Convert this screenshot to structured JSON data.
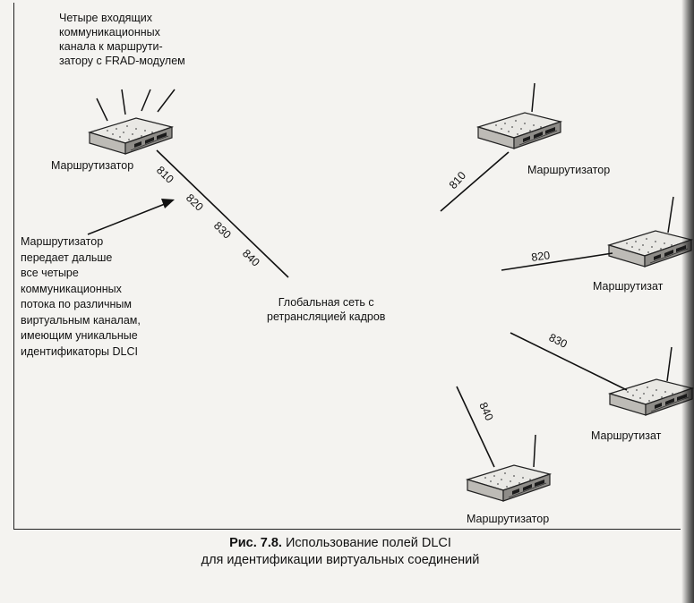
{
  "note_top": {
    "lines": [
      "Четыре входящих",
      "коммуникационных",
      "канала к маршрути-",
      "затору с FRAD-модулем"
    ]
  },
  "note_left": {
    "lines": [
      "Маршрутизатор",
      "передает дальше",
      "все четыре",
      "коммуникационных",
      "потока по различным",
      "виртуальным каналам,",
      "имеющим уникальные",
      "идентификаторы DLCI"
    ]
  },
  "cloud_label": {
    "lines": [
      "Глобальная сеть с",
      "ретрансляцией кадров"
    ]
  },
  "routers": {
    "main": "Маршрутизатор",
    "r1": "Маршрутизатор",
    "r2": "Маршрутизат",
    "r3": "Маршрутизат",
    "r4": "Маршрутизатор"
  },
  "dlci": {
    "main": [
      "810",
      "820",
      "830",
      "840"
    ],
    "r1": "810",
    "r2": "820",
    "r3": "830",
    "r4": "840"
  },
  "caption": {
    "number": "Рис. 7.8.",
    "title": "Использование полей DLCI",
    "line2": "для идентификации виртуальных соединений"
  }
}
